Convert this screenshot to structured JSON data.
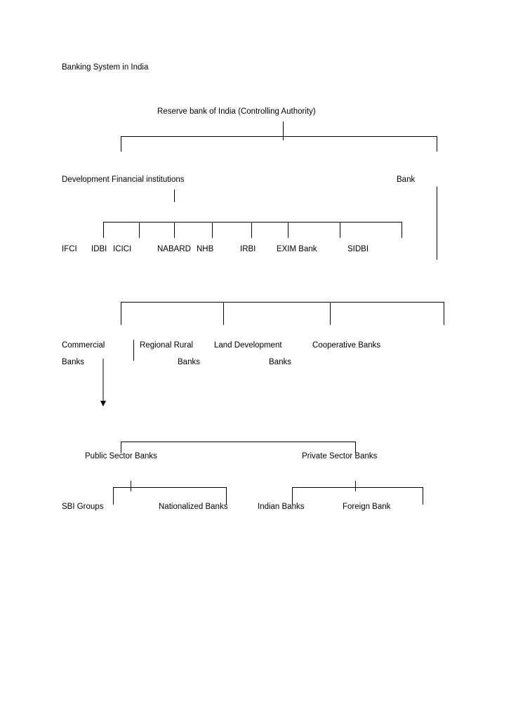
{
  "title": "Banking System in India",
  "root": "Reserve bank of India (Controlling Authority)",
  "level1": {
    "dfi": "Development Financial institutions",
    "bank": "Bank"
  },
  "dfi_items": [
    "IFCI",
    "IDBI",
    "ICICI",
    "NABARD",
    "NHB",
    "IRBI",
    "EXIM Bank",
    "SIDBI"
  ],
  "bank_types": {
    "commercial_1": "Commercial",
    "commercial_2": "Banks",
    "rrb_1": "Regional Rural",
    "rrb_2": "Banks",
    "ldb_1": "Land Development",
    "ldb_2": "Banks",
    "coop": "Cooperative Banks"
  },
  "sectors": {
    "public": "Public Sector Banks",
    "private": "Private Sector Banks"
  },
  "public_items": {
    "sbi": "SBI Groups",
    "nationalized": "Nationalized Banks"
  },
  "private_items": {
    "indian": "Indian Banks",
    "foreign": "Foreign Bank"
  }
}
